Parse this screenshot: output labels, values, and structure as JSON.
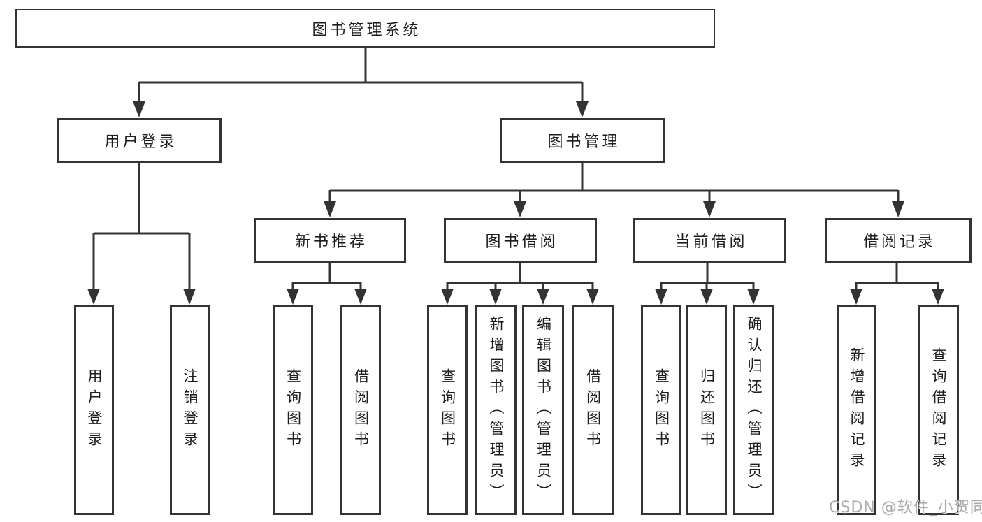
{
  "diagram": {
    "root_label": "图书管理系统",
    "level2": [
      {
        "label": "用户登录",
        "children": [
          "用户登录",
          "注销登录"
        ]
      },
      {
        "label": "图书管理"
      }
    ],
    "level3": [
      {
        "label": "新书推荐",
        "children": [
          "查询图书",
          "借阅图书"
        ]
      },
      {
        "label": "图书借阅",
        "children": [
          "查询图书",
          "新增图书（管理员）",
          "编辑图书（管理员）",
          "借阅图书"
        ]
      },
      {
        "label": "当前借阅",
        "children": [
          "查询图书",
          "归还图书",
          "确认归还（管理员）"
        ]
      },
      {
        "label": "借阅记录",
        "children": [
          "新增借阅记录",
          "查询借阅记录"
        ]
      }
    ]
  },
  "watermark": {
    "text": "CSDN @软件_小贺同学"
  },
  "colors": {
    "line": "#333333",
    "text": "#1d1d1d",
    "bg": "#ffffff",
    "watermark": "#ababab"
  }
}
